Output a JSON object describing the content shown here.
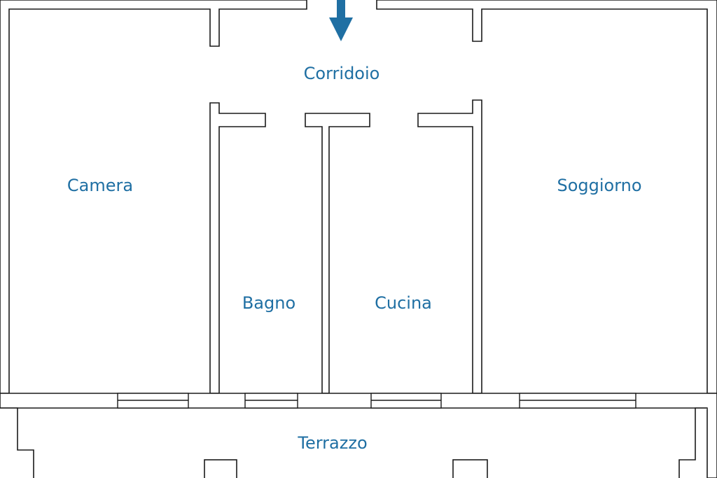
{
  "plan": {
    "accent_color": "#1f6fa3",
    "entrance_marker": "arrow-down-icon",
    "rooms": {
      "corridoio": "Corridoio",
      "camera": "Camera",
      "soggiorno": "Soggiorno",
      "bagno": "Bagno",
      "cucina": "Cucina",
      "terrazzo": "Terrazzo"
    }
  }
}
